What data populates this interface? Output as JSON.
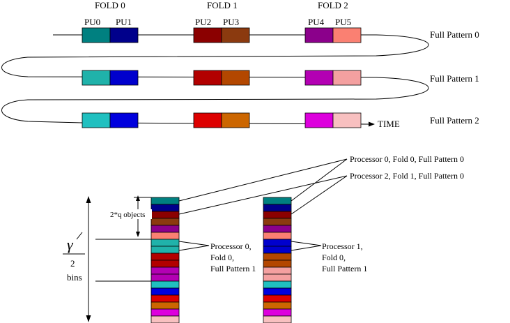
{
  "folds": [
    {
      "label": "FOLD 0",
      "pus": [
        "PU0",
        "PU1"
      ]
    },
    {
      "label": "FOLD 1",
      "pus": [
        "PU2",
        "PU3"
      ]
    },
    {
      "label": "FOLD 2",
      "pus": [
        "PU4",
        "PU5"
      ]
    }
  ],
  "patterns": [
    {
      "label": "Full Pattern 0",
      "colors": [
        "#008080",
        "#00008b",
        "#8b0000",
        "#8b3a0f",
        "#8b008b",
        "#fa8072"
      ]
    },
    {
      "label": "Full Pattern 1",
      "colors": [
        "#20b2aa",
        "#0000cd",
        "#b20000",
        "#b34700",
        "#b300b3",
        "#f4a0a0"
      ]
    },
    {
      "label": "Full Pattern 2",
      "colors": [
        "#20c0c0",
        "#0000dd",
        "#dd0000",
        "#cc6600",
        "#dd00dd",
        "#f8c0c0"
      ]
    }
  ],
  "time_label": "TIME",
  "callouts": {
    "top1": "Processor 0, Fold 0, Full Pattern 0",
    "top2": "Processor 2, Fold 1, Full Pattern 0",
    "left_lines": [
      "Processor 0,",
      "Fold 0,",
      "Full Pattern 1"
    ],
    "right_lines": [
      "Processor 1,",
      "Fold 0,",
      "Full Pattern 1"
    ]
  },
  "objects_label": "2*q objects",
  "fraction": {
    "numerator": "γ",
    "denominator": "2",
    "unit": "bins"
  },
  "stacks": {
    "left": [
      "#008080",
      "#00008b",
      "#8b0000",
      "#8b3a0f",
      "#8b008b",
      "#fa8072",
      "#20b2aa",
      "#20b2aa",
      "#b20000",
      "#b20000",
      "#b300b3",
      "#b300b3",
      "#20c0c0",
      "#0000dd",
      "#dd0000",
      "#cc6600",
      "#dd00dd",
      "#f8c0c0"
    ],
    "right": [
      "#008080",
      "#00008b",
      "#8b0000",
      "#8b3a0f",
      "#8b008b",
      "#fa8072",
      "#0000cd",
      "#0000cd",
      "#b34700",
      "#b34700",
      "#f4a0a0",
      "#f4a0a0",
      "#20c0c0",
      "#0000dd",
      "#dd0000",
      "#cc6600",
      "#dd00dd",
      "#f8c0c0"
    ]
  }
}
